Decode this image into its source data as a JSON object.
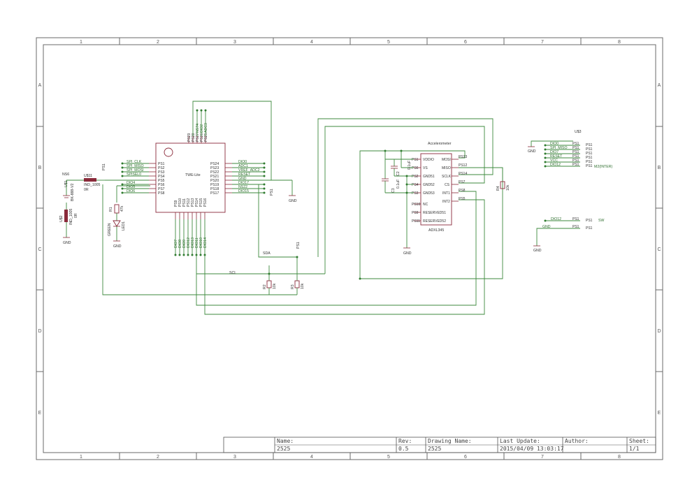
{
  "frame": {
    "columns": [
      "1",
      "2",
      "3",
      "4",
      "5",
      "6",
      "7",
      "8"
    ],
    "rows": [
      "A",
      "B",
      "C",
      "D",
      "E"
    ]
  },
  "title_block": {
    "name_label": "Name:",
    "name_value": "2525",
    "rev_label": "Rev:",
    "rev_value": "0.5",
    "drawing_label": "Drawing Name:",
    "drawing_value": "2525",
    "update_label": "Last Update:",
    "update_value": "2015/04/09 13:03:17",
    "author_label": "Author:",
    "author_value": "",
    "sheet_label": "Sheet:",
    "sheet_value": "1/1"
  },
  "twelite": {
    "name": "TWE-Lite",
    "left_nets": [
      "SPI_CLK",
      "SPI_MISO",
      "SPI_MOSI",
      "SPISEL0",
      "",
      "DIO4",
      "DIO5",
      "DIO6"
    ],
    "left_pins": [
      "PS1",
      "PS2",
      "PS3",
      "PS4",
      "PS5",
      "PS6",
      "PS7",
      "PS8"
    ],
    "right_pins": [
      "PS24",
      "PS23",
      "PS22",
      "PS21",
      "PS20",
      "PS19",
      "PS18",
      "PS17"
    ],
    "right_nets": [
      "DIO0",
      "ADC1",
      "VREF_ADC2",
      "RESET",
      "GND",
      "DIO17",
      "NS22",
      "DIO15"
    ],
    "top_pins": [
      "PS29",
      "PS28",
      "PS27",
      "PS26",
      "PS25"
    ],
    "top_nets": [
      "NS74",
      "DIO2",
      "ADC3"
    ],
    "bottom_pins": [
      "PS9",
      "PS10",
      "PS11",
      "PS12",
      "PS13",
      "PS14",
      "PS15",
      "PS16"
    ],
    "bottom_nets": [
      "DIO7",
      "DIO8",
      "DIO9",
      "DIO12",
      "DIO13",
      "DIO11",
      "DIO10",
      "DIO14"
    ]
  },
  "accel": {
    "title": "Accelerometer",
    "name": "ADXL345",
    "left_pins": [
      "PS1",
      "PS6",
      "PS2",
      "PS4",
      "PS3",
      "PS10",
      "PS9",
      "PS11"
    ],
    "left_labels": [
      "VDDIO",
      "VS",
      "GND51",
      "GND52",
      "GND53",
      "NC",
      "RESERVED51",
      "RESERVED52"
    ],
    "right_labels": [
      "MOSI",
      "MISO",
      "SCLK",
      "CS",
      "INT1",
      "INT2"
    ],
    "right_pins": [
      "PS13",
      "PS12",
      "PS14",
      "PS7",
      "PS8",
      "PS5"
    ]
  },
  "u3": {
    "ref": "U$3",
    "nets": [
      "DIO0",
      "SPI_MISO",
      "DIO7",
      "RESET",
      "VCC",
      "DIO12"
    ],
    "pins": [
      "PS1",
      "PS1",
      "PS1",
      "PS1",
      "PS1",
      "PS1"
    ],
    "label": "M2(INTER)"
  },
  "sw": {
    "net1": "DIO12",
    "net2": "GND",
    "pin1": "PS1",
    "pin2": "PS1",
    "label": "SW"
  },
  "labels": {
    "bat_ref": "NS6",
    "bat_part": "BK-888-V2",
    "u1": "U$1",
    "ind_top_ref": "U$11",
    "ind_top_part": "IND_1005",
    "ind_top_val": "0R",
    "ind_bot_ref": "U$2",
    "ind_bot_part": "IND_1005",
    "ind_bot_val": "0R",
    "ps1_left": "PS1",
    "led_ref": "LED1",
    "led_color": "GREEN",
    "r_led": "R1",
    "r_led_val": "47k",
    "c2": "C2",
    "c2_val": "0.1uF",
    "c3": "C3",
    "c3_val": "0.1uF",
    "r_acc": "R4",
    "r_acc_val": "10k",
    "sda": "SDA",
    "scl": "SCL",
    "r2": "R2",
    "r2_val": "10k",
    "r3": "R3",
    "r3_val": "10k",
    "p_ps": "PS1",
    "p_ps2": "PS1",
    "gnd": "GND"
  }
}
